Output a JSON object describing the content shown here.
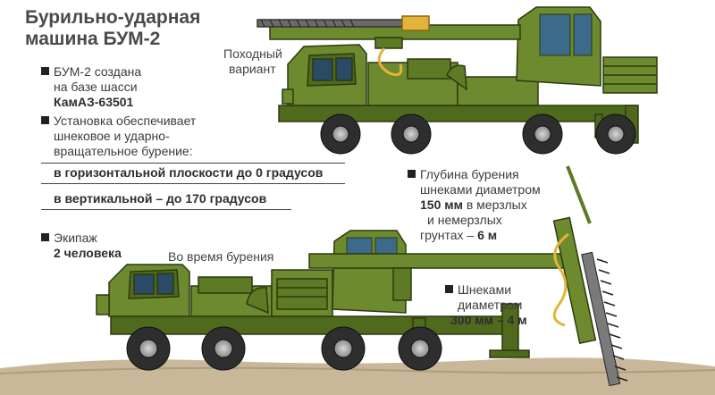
{
  "title": {
    "line1": "Бурильно-ударная",
    "line2": "машина БУМ-2"
  },
  "captions": {
    "transport": [
      "Походный",
      "вариант"
    ],
    "drilling": "Во время бурения"
  },
  "facts": {
    "chassis": {
      "line1": "БУМ-2 создана",
      "line2": "на базе шасси",
      "line3": "КамАЗ-63501"
    },
    "install": {
      "line1": "Установка обеспечивает",
      "line2": "шнековое и ударно-",
      "line3": "вращательное бурение:",
      "horizontal": "в горизонтальной плоскости до 0 градусов",
      "vertical": "в вертикальной – до 170 градусов"
    },
    "crew": {
      "line1": "Экипаж",
      "line2": "2 человека"
    },
    "depth": {
      "line1": "Глубина бурения",
      "line2": "шнеками диаметром",
      "line3a": "150 мм",
      "line3b": " в мерзлых",
      "line4": "и немерзлых",
      "line5a": "грунтах – ",
      "line5b": "6 м"
    },
    "augers": {
      "line1": "Шнеками",
      "line2": "диаметром",
      "line3": "300 мм – 4 м"
    }
  },
  "colors": {
    "vehicle": "#6e8a2e",
    "vehicle_dark": "#4f6a1c",
    "outline": "#2c3a10",
    "ground": "#c9b79a",
    "wheel": "#2e2e2e",
    "cable": "#e2b43a"
  }
}
